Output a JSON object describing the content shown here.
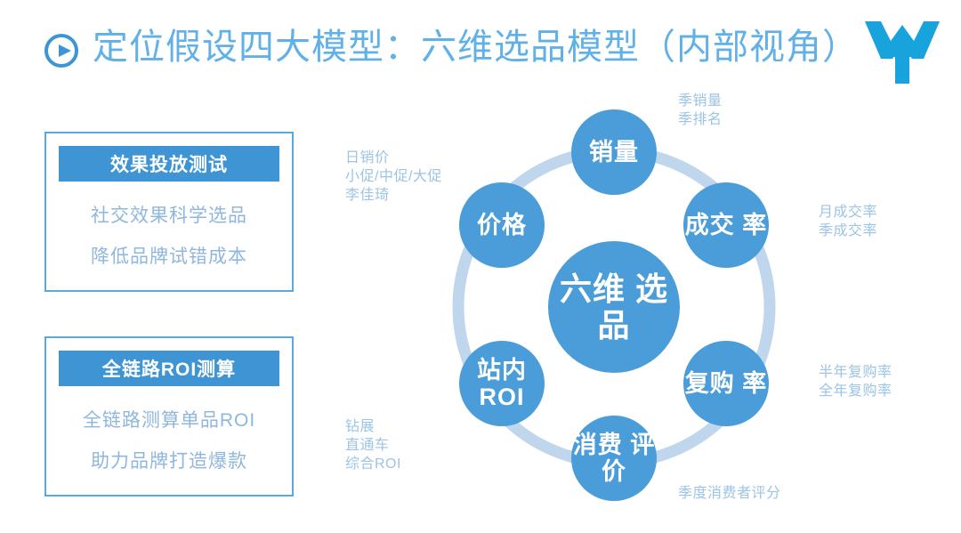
{
  "header": {
    "title": "定位假设四大模型：六维选品模型（内部视角）",
    "play_icon": "play-circle-icon",
    "logo": "brand-logo-w-mark"
  },
  "colors": {
    "node_blue": "#4a9dd8",
    "title_blue": "#61b1e8",
    "ring_blue": "#bfd6ec",
    "annotation_blue": "#9cc4e6",
    "card_border": "#5ba8e0",
    "card_head": "#3f95d4",
    "card_text": "#8fb7dd",
    "logo_blue": "#19a3dd"
  },
  "cards": [
    {
      "title": "效果投放测试",
      "lines": [
        "社交效果科学选品",
        "降低品牌试错成本"
      ]
    },
    {
      "title": "全链路ROI测算",
      "lines": [
        "全链路测算单品ROI",
        "助力品牌打造爆款"
      ]
    }
  ],
  "diagram": {
    "center_label": "六维\n选品",
    "nodes": [
      {
        "name": "sales-volume",
        "label": "销量",
        "annotation": "季销量\n季排名"
      },
      {
        "name": "conversion-rate",
        "label": "成交\n率",
        "annotation": "月成交率\n季成交率"
      },
      {
        "name": "repurchase-rate",
        "label": "复购\n率",
        "annotation": "半年复购率\n全年复购率"
      },
      {
        "name": "consumer-review",
        "label": "消费\n评价",
        "annotation": "季度消费者评分"
      },
      {
        "name": "onsite-roi",
        "label": "站内\nROI",
        "annotation": "钻展\n直通车\n综合ROI"
      },
      {
        "name": "price",
        "label": "价格",
        "annotation": "日销价\n小促/中促/大促\n李佳琦"
      }
    ]
  }
}
